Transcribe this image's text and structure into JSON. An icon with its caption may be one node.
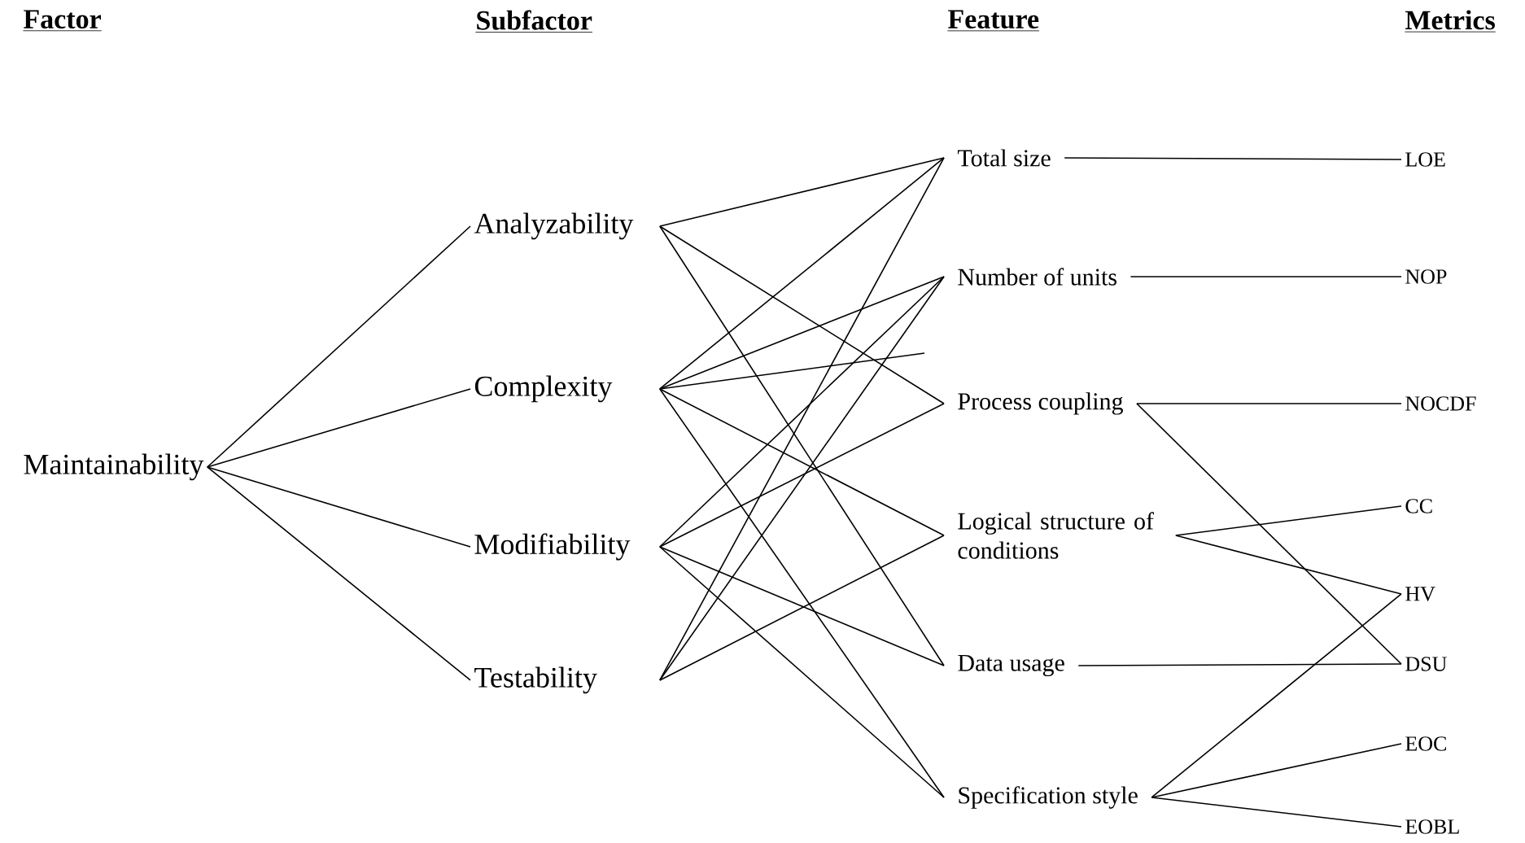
{
  "diagram": {
    "nodes": [
      {
        "text": [
          "Maintainability"
        ]
      },
      {
        "text": [
          "Analyzability"
        ]
      },
      {
        "text": [
          "Complexity"
        ]
      },
      {
        "text": [
          "Modifiability"
        ]
      },
      {
        "text": [
          "Testability"
        ]
      },
      {
        "text": [
          "Total size"
        ]
      },
      {
        "text": [
          "Number of units"
        ]
      },
      {
        "text": [
          "Process coupling"
        ]
      },
      {
        "text": [
          "Logical structure of conditions"
        ]
      },
      {
        "text": [
          "Data usage"
        ]
      },
      {
        "text": [
          "Specification style"
        ]
      },
      {
        "text": [
          "LOE"
        ]
      },
      {
        "text": [
          "NOP"
        ]
      },
      {
        "text": [
          "NOCDF"
        ]
      },
      {
        "text": [
          "CC"
        ]
      },
      {
        "text": [
          "HV"
        ]
      },
      {
        "text": [
          "DSU"
        ]
      },
      {
        "text": [
          "EOC"
        ]
      },
      {
        "text": [
          "EOBL"
        ]
      }
    ],
    "edges": [
      {
        "from": 0,
        "to": 1,
        "arrow": "none"
      },
      {
        "from": 0,
        "to": 2,
        "arrow": "none"
      },
      {
        "from": 0,
        "to": 3,
        "arrow": "none"
      },
      {
        "from": 0,
        "to": 4,
        "arrow": "none"
      },
      {
        "from": 1,
        "to": 5,
        "arrow": "none"
      },
      {
        "from": 1,
        "to": 7,
        "arrow": "none"
      },
      {
        "from": 1,
        "to": 9,
        "arrow": "none"
      },
      {
        "from": 2,
        "to": 5,
        "arrow": "none"
      },
      {
        "from": 2,
        "to": 6,
        "arrow": "none"
      },
      {
        "from": 2,
        "to": null,
        "arrow": "none"
      },
      {
        "from": 2,
        "to": 8,
        "arrow": "none"
      },
      {
        "from": 2,
        "to": 10,
        "arrow": "none"
      },
      {
        "from": 3,
        "to": 6,
        "arrow": "none"
      },
      {
        "from": 3,
        "to": 7,
        "arrow": "none"
      },
      {
        "from": 3,
        "to": 9,
        "arrow": "none"
      },
      {
        "from": 3,
        "to": 10,
        "arrow": "none"
      },
      {
        "from": 4,
        "to": 5,
        "arrow": "none"
      },
      {
        "from": 4,
        "to": 6,
        "arrow": "none"
      },
      {
        "from": 4,
        "to": 8,
        "arrow": "none"
      },
      {
        "from": 5,
        "to": 11,
        "arrow": "none"
      },
      {
        "from": 6,
        "to": 12,
        "arrow": "none"
      },
      {
        "from": 7,
        "to": 13,
        "arrow": "none"
      },
      {
        "from": 7,
        "to": 16,
        "arrow": "none"
      },
      {
        "from": 8,
        "to": 14,
        "arrow": "none"
      },
      {
        "from": 8,
        "to": 15,
        "arrow": "none"
      },
      {
        "from": 9,
        "to": 16,
        "arrow": "none"
      },
      {
        "from": 10,
        "to": 15,
        "arrow": "none"
      },
      {
        "from": 10,
        "to": 17,
        "arrow": "none"
      },
      {
        "from": 10,
        "to": 18,
        "arrow": "none"
      }
    ],
    "labels": [
      "Factor",
      "Subfactor",
      "Feature",
      "Metrics"
    ]
  }
}
